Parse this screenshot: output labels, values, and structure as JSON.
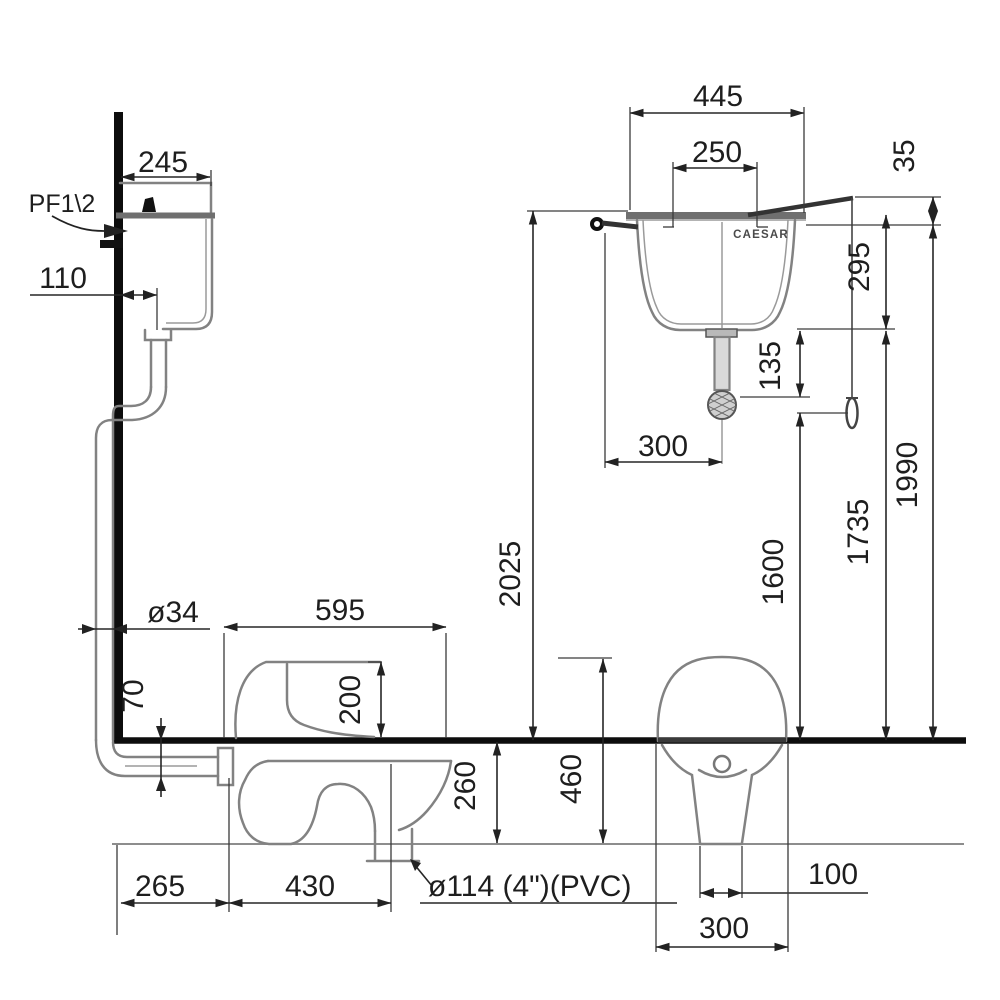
{
  "drawing": {
    "type": "installation-dimension-diagram",
    "brand": "CAESAR",
    "background": "#ffffff",
    "colors": {
      "wall_floor": "#0d0d0d",
      "fixture_outline": "#828282",
      "dimension": "#262626",
      "text": "#1e1e1e"
    },
    "labels": {
      "supply_inlet": "PF1\\2"
    },
    "dimensions": {
      "d245": "245",
      "d110": "110",
      "d445": "445",
      "d250": "250",
      "d35": "35",
      "d295": "295",
      "d135": "135",
      "d300_tank": "300",
      "d2025": "2025",
      "d1600": "1600",
      "d1735": "1735",
      "d1990": "1990",
      "dia34": "ø34",
      "d595": "595",
      "d70": "70",
      "d200": "200",
      "d260": "260",
      "d460": "460",
      "d265": "265",
      "d430": "430",
      "dia114": "ø114 (4\")(PVC)",
      "d100": "100",
      "d300_pan": "300"
    }
  }
}
